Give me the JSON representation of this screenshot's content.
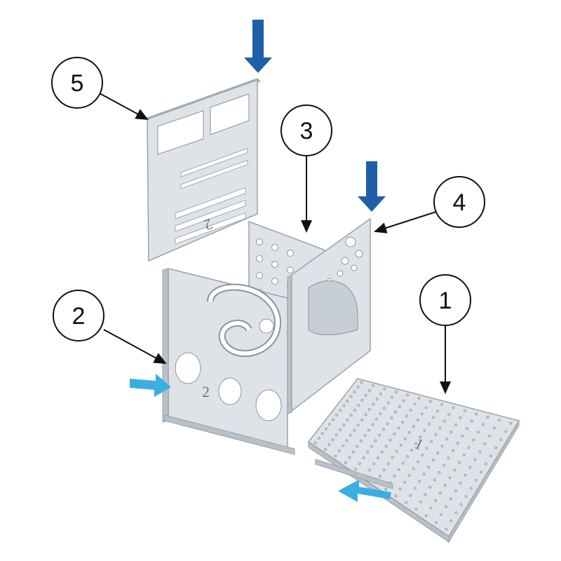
{
  "callouts": [
    {
      "label": "1"
    },
    {
      "label": "2"
    },
    {
      "label": "3"
    },
    {
      "label": "4"
    },
    {
      "label": "5"
    }
  ],
  "panel_marks": {
    "panel2": "2",
    "panel5": "2",
    "panel1": "1"
  },
  "colors": {
    "dark_arrow": "#1f5fa8",
    "light_arrow": "#3aaee0",
    "panel": "#dfe3e8"
  }
}
